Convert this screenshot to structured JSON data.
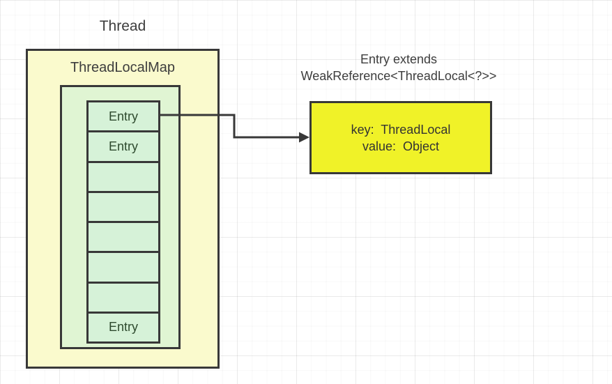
{
  "diagram": {
    "thread_label": "Thread",
    "map_label": "ThreadLocalMap",
    "entries": [
      "Entry",
      "Entry",
      "",
      "",
      "",
      "",
      "",
      "Entry"
    ],
    "annotation": {
      "line1": "Entry extends",
      "line2": "WeakReference<ThreadLocal<?>>"
    },
    "entry_detail": {
      "key_line": "key:  ThreadLocal",
      "value_line": "value:  Object"
    },
    "icons": {
      "arrowhead": "right-arrowhead-icon"
    },
    "colors": {
      "outer_fill": "#fafacd",
      "container_fill": "#e0f5d3",
      "entry_fill": "#d6f2d8",
      "detail_fill": "#f0f228",
      "stroke": "#383838",
      "text": "#3d3d3d",
      "entry_text": "#2e4a2e"
    }
  }
}
